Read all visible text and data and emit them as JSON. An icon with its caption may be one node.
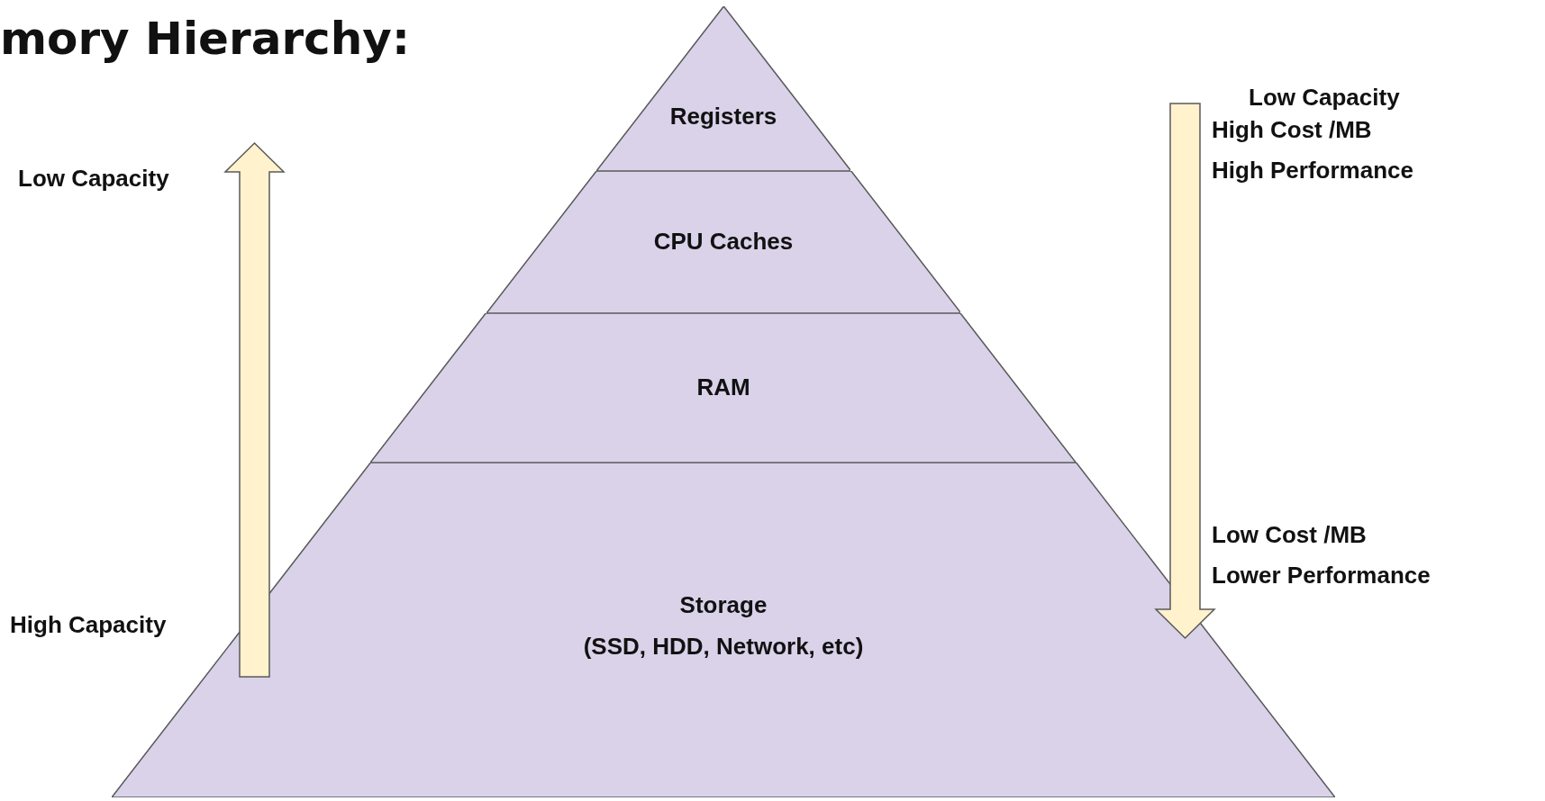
{
  "diagram": {
    "title": "mory Hierarchy:",
    "nodes": [
      {
        "text": [
          "Registers"
        ]
      },
      {
        "text": [
          "CPU Caches"
        ]
      },
      {
        "text": [
          "RAM"
        ]
      },
      {
        "text": [
          "Storage",
          "(SSD, HDD, Network, etc)"
        ]
      }
    ],
    "edges": [],
    "labels": [
      "Low Capacity",
      "High Capacity",
      "Low Capacity",
      "High Cost /MB",
      "High Performance",
      "Low Cost /MB",
      "Lower Performance"
    ]
  }
}
